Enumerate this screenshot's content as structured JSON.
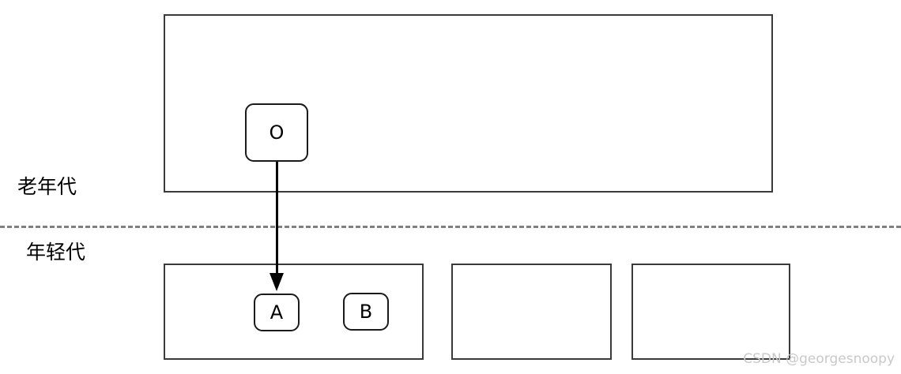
{
  "diagram": {
    "regions": [
      {
        "id": "old-gen",
        "label": ""
      },
      {
        "id": "eden",
        "label": ""
      },
      {
        "id": "survivor-from",
        "label": ""
      },
      {
        "id": "survivor-to",
        "label": ""
      }
    ],
    "generation_labels": {
      "old": "老年代",
      "young": "年轻代"
    },
    "objects": [
      {
        "id": "o",
        "label": "O"
      },
      {
        "id": "a",
        "label": "A"
      },
      {
        "id": "b",
        "label": "B"
      }
    ],
    "arrows": [
      {
        "id": "o-to-a",
        "from": "O",
        "to": "A",
        "style": "solid",
        "head": "filled-triangle"
      }
    ],
    "divider": {
      "style": "dashed",
      "color": "#808080"
    },
    "colors": {
      "box_border": "#3a3a3a",
      "node_border": "#1a1a1a",
      "arrow": "#000000",
      "divider": "#808080",
      "text": "#000000",
      "watermark": "#c9c9c9",
      "background": "#ffffff"
    }
  },
  "watermark": {
    "text": "CSDN @georgesnoopy"
  }
}
